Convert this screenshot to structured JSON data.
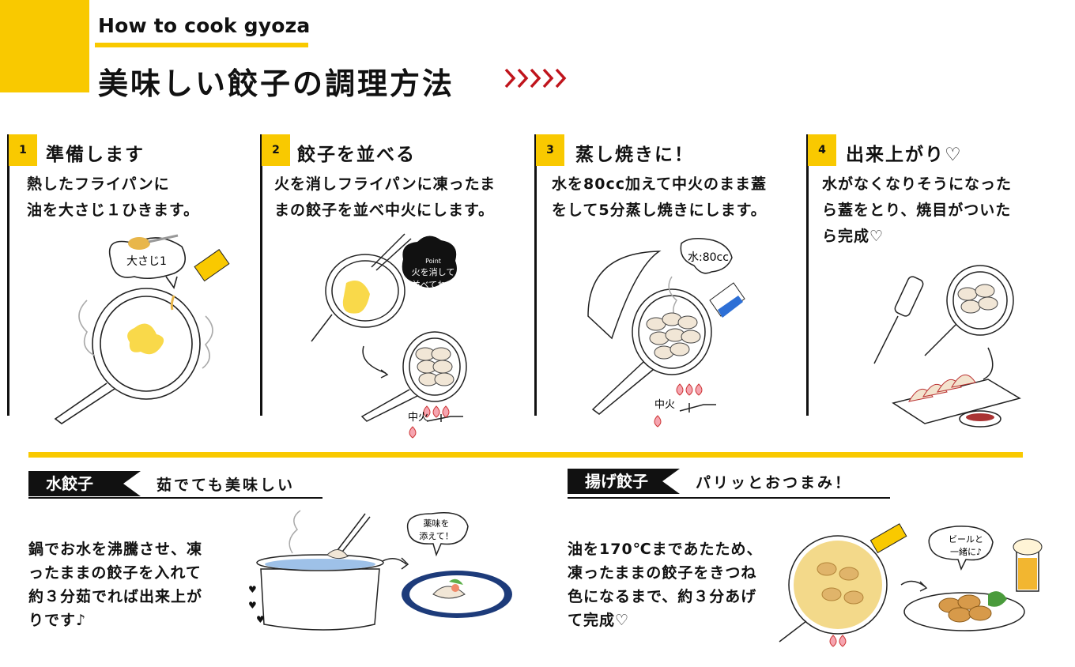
{
  "header": {
    "subtitle": "How to cook gyoza",
    "title": "美味しい餃子の調理方法"
  },
  "colors": {
    "accent": "#f9c900",
    "arrow": "#c0141c",
    "text": "#111111"
  },
  "steps": [
    {
      "num": "1",
      "title": "準備します",
      "lines": [
        "熱したフライパンに",
        "油を大さじ１ひきます。"
      ],
      "labels": {
        "spoon": "大さじ1"
      }
    },
    {
      "num": "2",
      "title": "餃子を並べる",
      "lines": [
        "火を消しフライパンに凍ったま",
        "まの餃子を並べ中火にします。"
      ],
      "labels": {
        "point_small": "Point",
        "point_1": "火を消して",
        "point_2": "並べてね！",
        "heat": "中火"
      }
    },
    {
      "num": "3",
      "title": "蒸し焼きに！",
      "lines": [
        "水を80cc加えて中火のまま蓋",
        "をして5分蒸し焼きにします。"
      ],
      "labels": {
        "water": "水:80cc",
        "heat": "中火"
      }
    },
    {
      "num": "4",
      "title": "出来上がり♡",
      "lines": [
        "水がなくなりそうになった",
        "ら蓋をとり、焼目がついた",
        "ら完成♡"
      ]
    }
  ],
  "variations": [
    {
      "tag": "水餃子",
      "tagline": "茹でても美味しい",
      "lines": [
        "鍋でお水を沸騰させ、凍",
        "ったままの餃子を入れて",
        "約３分茹でれば出来上が",
        "りです♪"
      ],
      "bubble_1": "薬味を",
      "bubble_2": "添えて！"
    },
    {
      "tag": "揚げ餃子",
      "tagline": "パリッとおつまみ！",
      "lines": [
        "油を170℃まであたため、",
        "凍ったままの餃子をきつね",
        "色になるまで、約３分あげ",
        "て完成♡"
      ],
      "bubble_1": "ビールと",
      "bubble_2": "一緒に♪"
    }
  ]
}
